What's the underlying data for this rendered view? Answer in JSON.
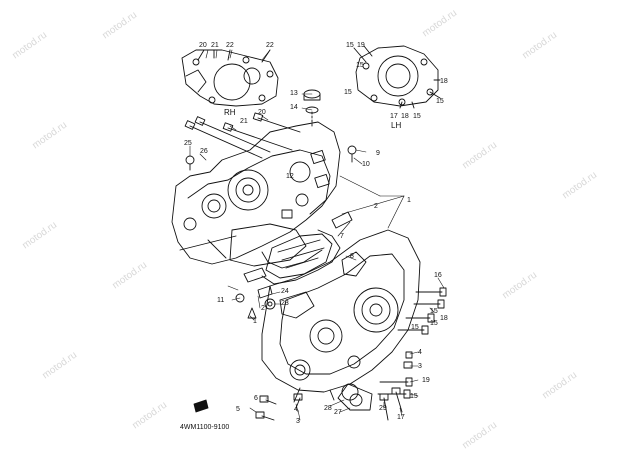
{
  "watermark": "motod.ru",
  "labels": {
    "rh": "RH",
    "lh": "LH",
    "catalog_code": "4WM1100-9100"
  },
  "callouts": [
    "20",
    "21",
    "22",
    "22",
    "13",
    "14",
    "20",
    "21",
    "25",
    "26",
    "9",
    "10",
    "15",
    "19",
    "15",
    "18",
    "15",
    "15",
    "17",
    "18",
    "15",
    "12",
    "2",
    "1",
    "7",
    "8",
    "11",
    "24",
    "2",
    "23",
    "1",
    "16",
    "15",
    "18",
    "15",
    "15",
    "4",
    "3",
    "19",
    "6",
    "5",
    "4",
    "3",
    "28",
    "27",
    "29",
    "17",
    "15"
  ]
}
